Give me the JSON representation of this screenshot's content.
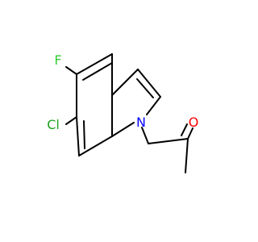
{
  "molecule": {
    "atoms": {
      "F": {
        "symbol": "F",
        "color": "#33CC33"
      },
      "Cl": {
        "symbol": "Cl",
        "color": "#1FA01F"
      },
      "N": {
        "symbol": "N",
        "color": "#0000FF"
      },
      "O": {
        "symbol": "O",
        "color": "#FF0000"
      }
    }
  }
}
